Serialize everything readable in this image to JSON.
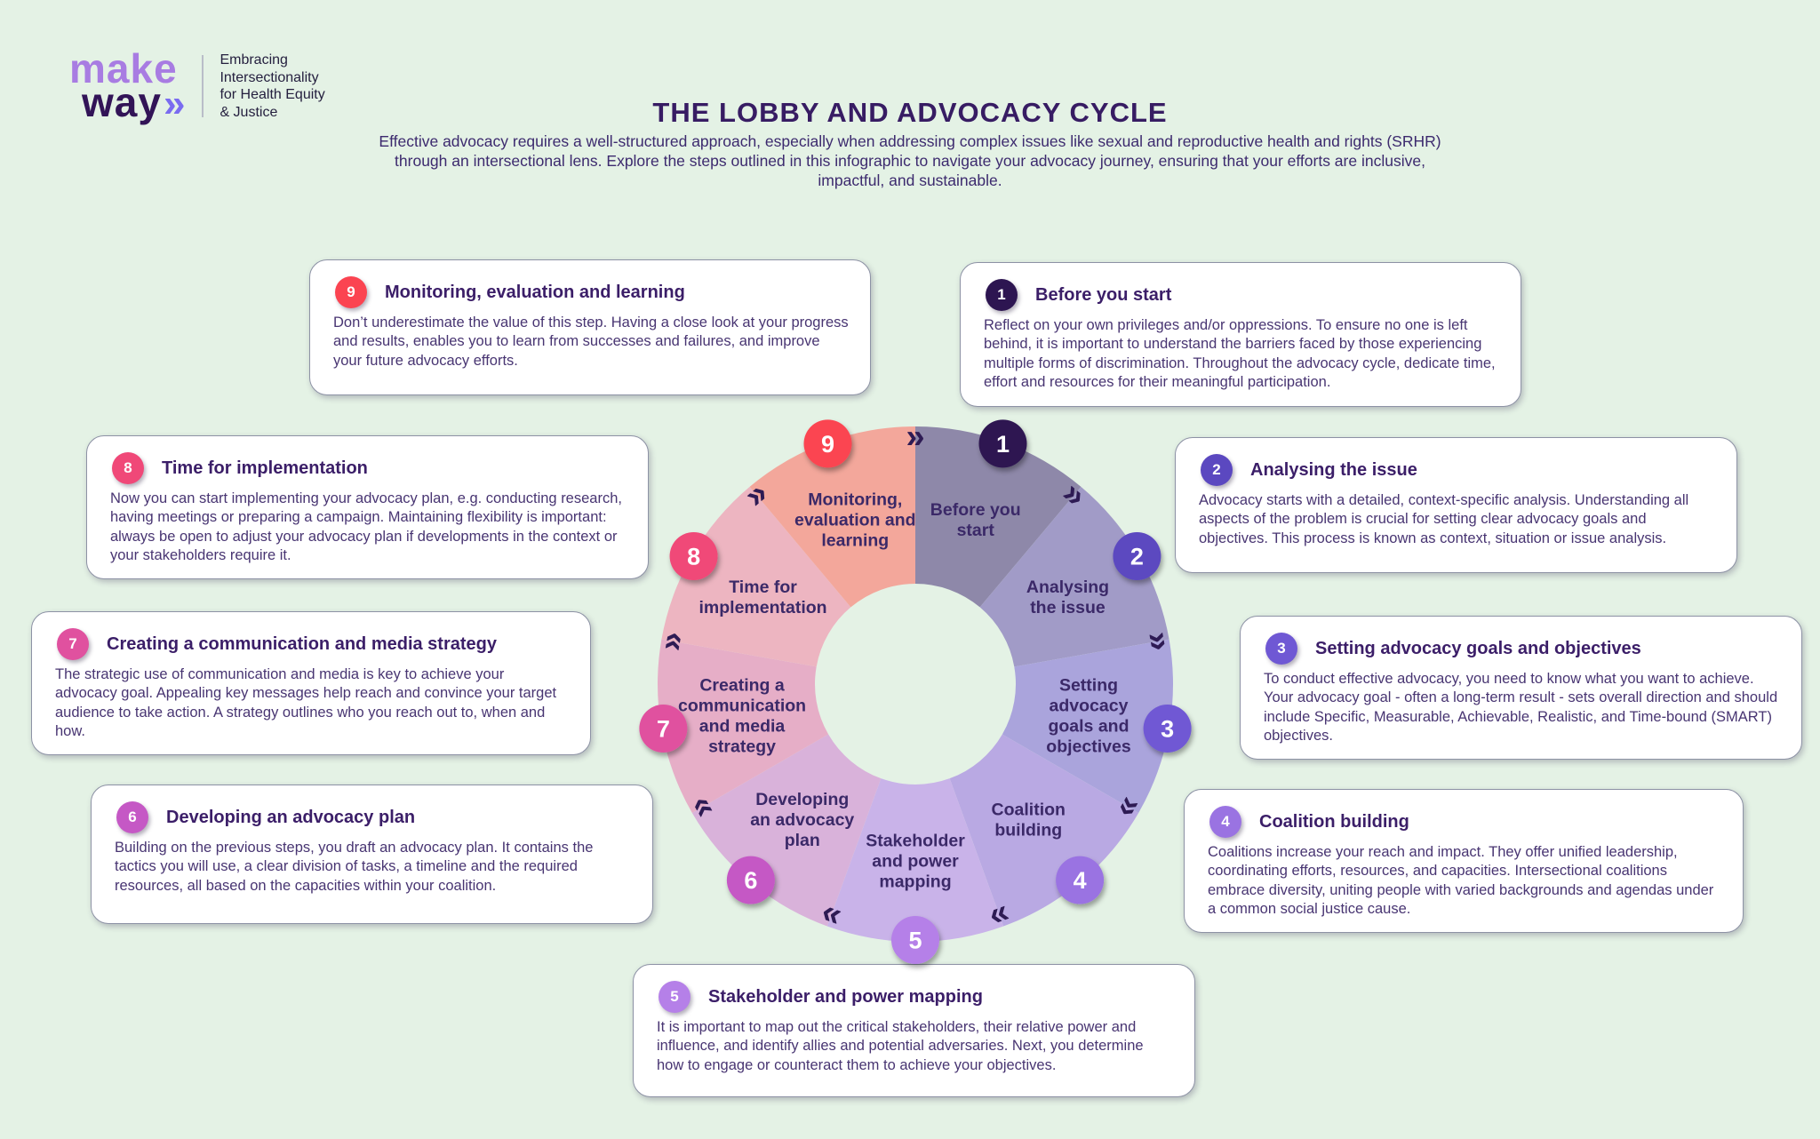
{
  "page": {
    "background": "#e4f2e5"
  },
  "logo": {
    "word_top": "make",
    "word_bottom": "way",
    "chevrons": "»",
    "tagline": "Embracing Intersectionality for Health Equity & Justice"
  },
  "header": {
    "title": "THE LOBBY AND ADVOCACY CYCLE",
    "intro": "Effective advocacy requires a well-structured approach, especially when addressing complex issues like sexual and reproductive health and rights (SRHR) through an intersectional lens. Explore the steps outlined in this infographic to navigate your advocacy journey, ensuring that your efforts are inclusive, impactful, and sustainable."
  },
  "wheel": {
    "flow": "clockwise",
    "chevron_glyph": "»",
    "chevron_color": "#2e1b54",
    "label_color": "#3b2968"
  },
  "steps": [
    {
      "num": "1",
      "title": "Before you start",
      "body": "Reflect on your own privileges and/or oppressions. To ensure no one is left behind, it is important to understand the barriers faced by those experiencing multiple forms of discrimination. Throughout the advocacy cycle, dedicate time, effort and resources for their meaningful participation.",
      "accent": "#2d1551",
      "segment": "#8e88a9",
      "wheel_label": [
        "Before you",
        "start"
      ]
    },
    {
      "num": "2",
      "title": "Analysing the issue",
      "body": "Advocacy starts with a detailed, context-specific analysis. Understanding all aspects of the problem is crucial for setting clear advocacy goals and objectives. This process is known as context, situation or issue analysis.",
      "accent": "#5b48c0",
      "segment": "#a19bc7",
      "wheel_label": [
        "Analysing",
        "the issue"
      ]
    },
    {
      "num": "3",
      "title": "Setting advocacy goals and objectives",
      "body": "To conduct effective advocacy, you need to know what you want to achieve. Your advocacy goal - often a long-term result - sets overall direction and should include Specific, Measurable, Achievable, Realistic, and Time-bound (SMART) objectives.",
      "accent": "#6f58d4",
      "segment": "#aaa4dc",
      "wheel_label": [
        "Setting",
        "advocacy",
        "goals and",
        "objectives"
      ]
    },
    {
      "num": "4",
      "title": "Coalition building",
      "body": "Coalitions increase your reach and impact. They offer unified leadership, coordinating efforts, resources, and capacities. Intersectional coalitions embrace diversity, uniting people with varied backgrounds and agendas under a common social justice cause.",
      "accent": "#9a73e2",
      "segment": "#b9a9e3",
      "wheel_label": [
        "Coalition",
        "building"
      ]
    },
    {
      "num": "5",
      "title": "Stakeholder and power mapping",
      "body": "It is important to map out the critical stakeholders, their relative power and influence, and identify allies and potential adversaries. Next, you determine how to engage or counteract them to achieve your objectives.",
      "accent": "#b580e8",
      "segment": "#c9b3e9",
      "wheel_label": [
        "Stakeholder",
        "and power",
        "mapping"
      ]
    },
    {
      "num": "6",
      "title": "Developing an advocacy plan",
      "body": "Building on the previous steps, you draft an advocacy plan. It contains the tactics you will use, a clear division of tasks, a timeline and the required resources, all based on the capacities within your coalition.",
      "accent": "#c558c5",
      "segment": "#d9b2da",
      "wheel_label": [
        "Developing",
        "an advocacy",
        "plan"
      ]
    },
    {
      "num": "7",
      "title": "Creating a communication and media strategy",
      "body": "The strategic use of communication and media is key to achieve your advocacy goal. Appealing key messages help reach and convince your target audience to take action. A strategy outlines who you reach out to, when and how.",
      "accent": "#e0519f",
      "segment": "#e6aec7",
      "wheel_label": [
        "Creating a",
        "communication",
        "and media",
        "strategy"
      ]
    },
    {
      "num": "8",
      "title": "Time for implementation",
      "body": "Now you can start implementing your advocacy plan, e.g. conducting research, having meetings or preparing a campaign. Maintaining flexibility is important: always be open to adjust your advocacy plan if developments in the context or your stakeholders require it.",
      "accent": "#f04878",
      "segment": "#edb5c1",
      "wheel_label": [
        "Time for",
        "implementation"
      ]
    },
    {
      "num": "9",
      "title": "Monitoring, evaluation and learning",
      "body": "Don’t underestimate the value of this step. Having a close look at your progress and results, enables you to learn from successes and failures, and improve your future advocacy efforts.",
      "accent": "#fb4451",
      "segment": "#f3a79b",
      "wheel_label": [
        "Monitoring,",
        "evaluation and",
        "learning"
      ]
    }
  ]
}
